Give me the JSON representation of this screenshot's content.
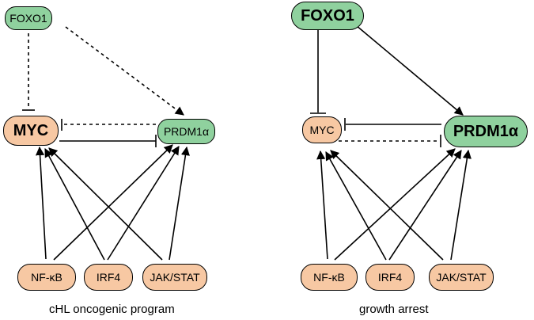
{
  "left_panel": {
    "foxo1": "FOXO1",
    "myc": "MYC",
    "prdm1": "PRDM1α",
    "nfkb": "NF-κB",
    "irf4": "IRF4",
    "jakstat": "JAK/STAT",
    "caption": "cHL oncogenic program"
  },
  "right_panel": {
    "foxo1": "FOXO1",
    "myc": "MYC",
    "prdm1": "PRDM1α",
    "nfkb": "NF-κB",
    "irf4": "IRF4",
    "jakstat": "JAK/STAT",
    "caption": "growth arrest"
  },
  "colors": {
    "regulator_fill": "#8fd19e",
    "factor_fill": "#f7c8a3",
    "stroke": "#000000"
  }
}
